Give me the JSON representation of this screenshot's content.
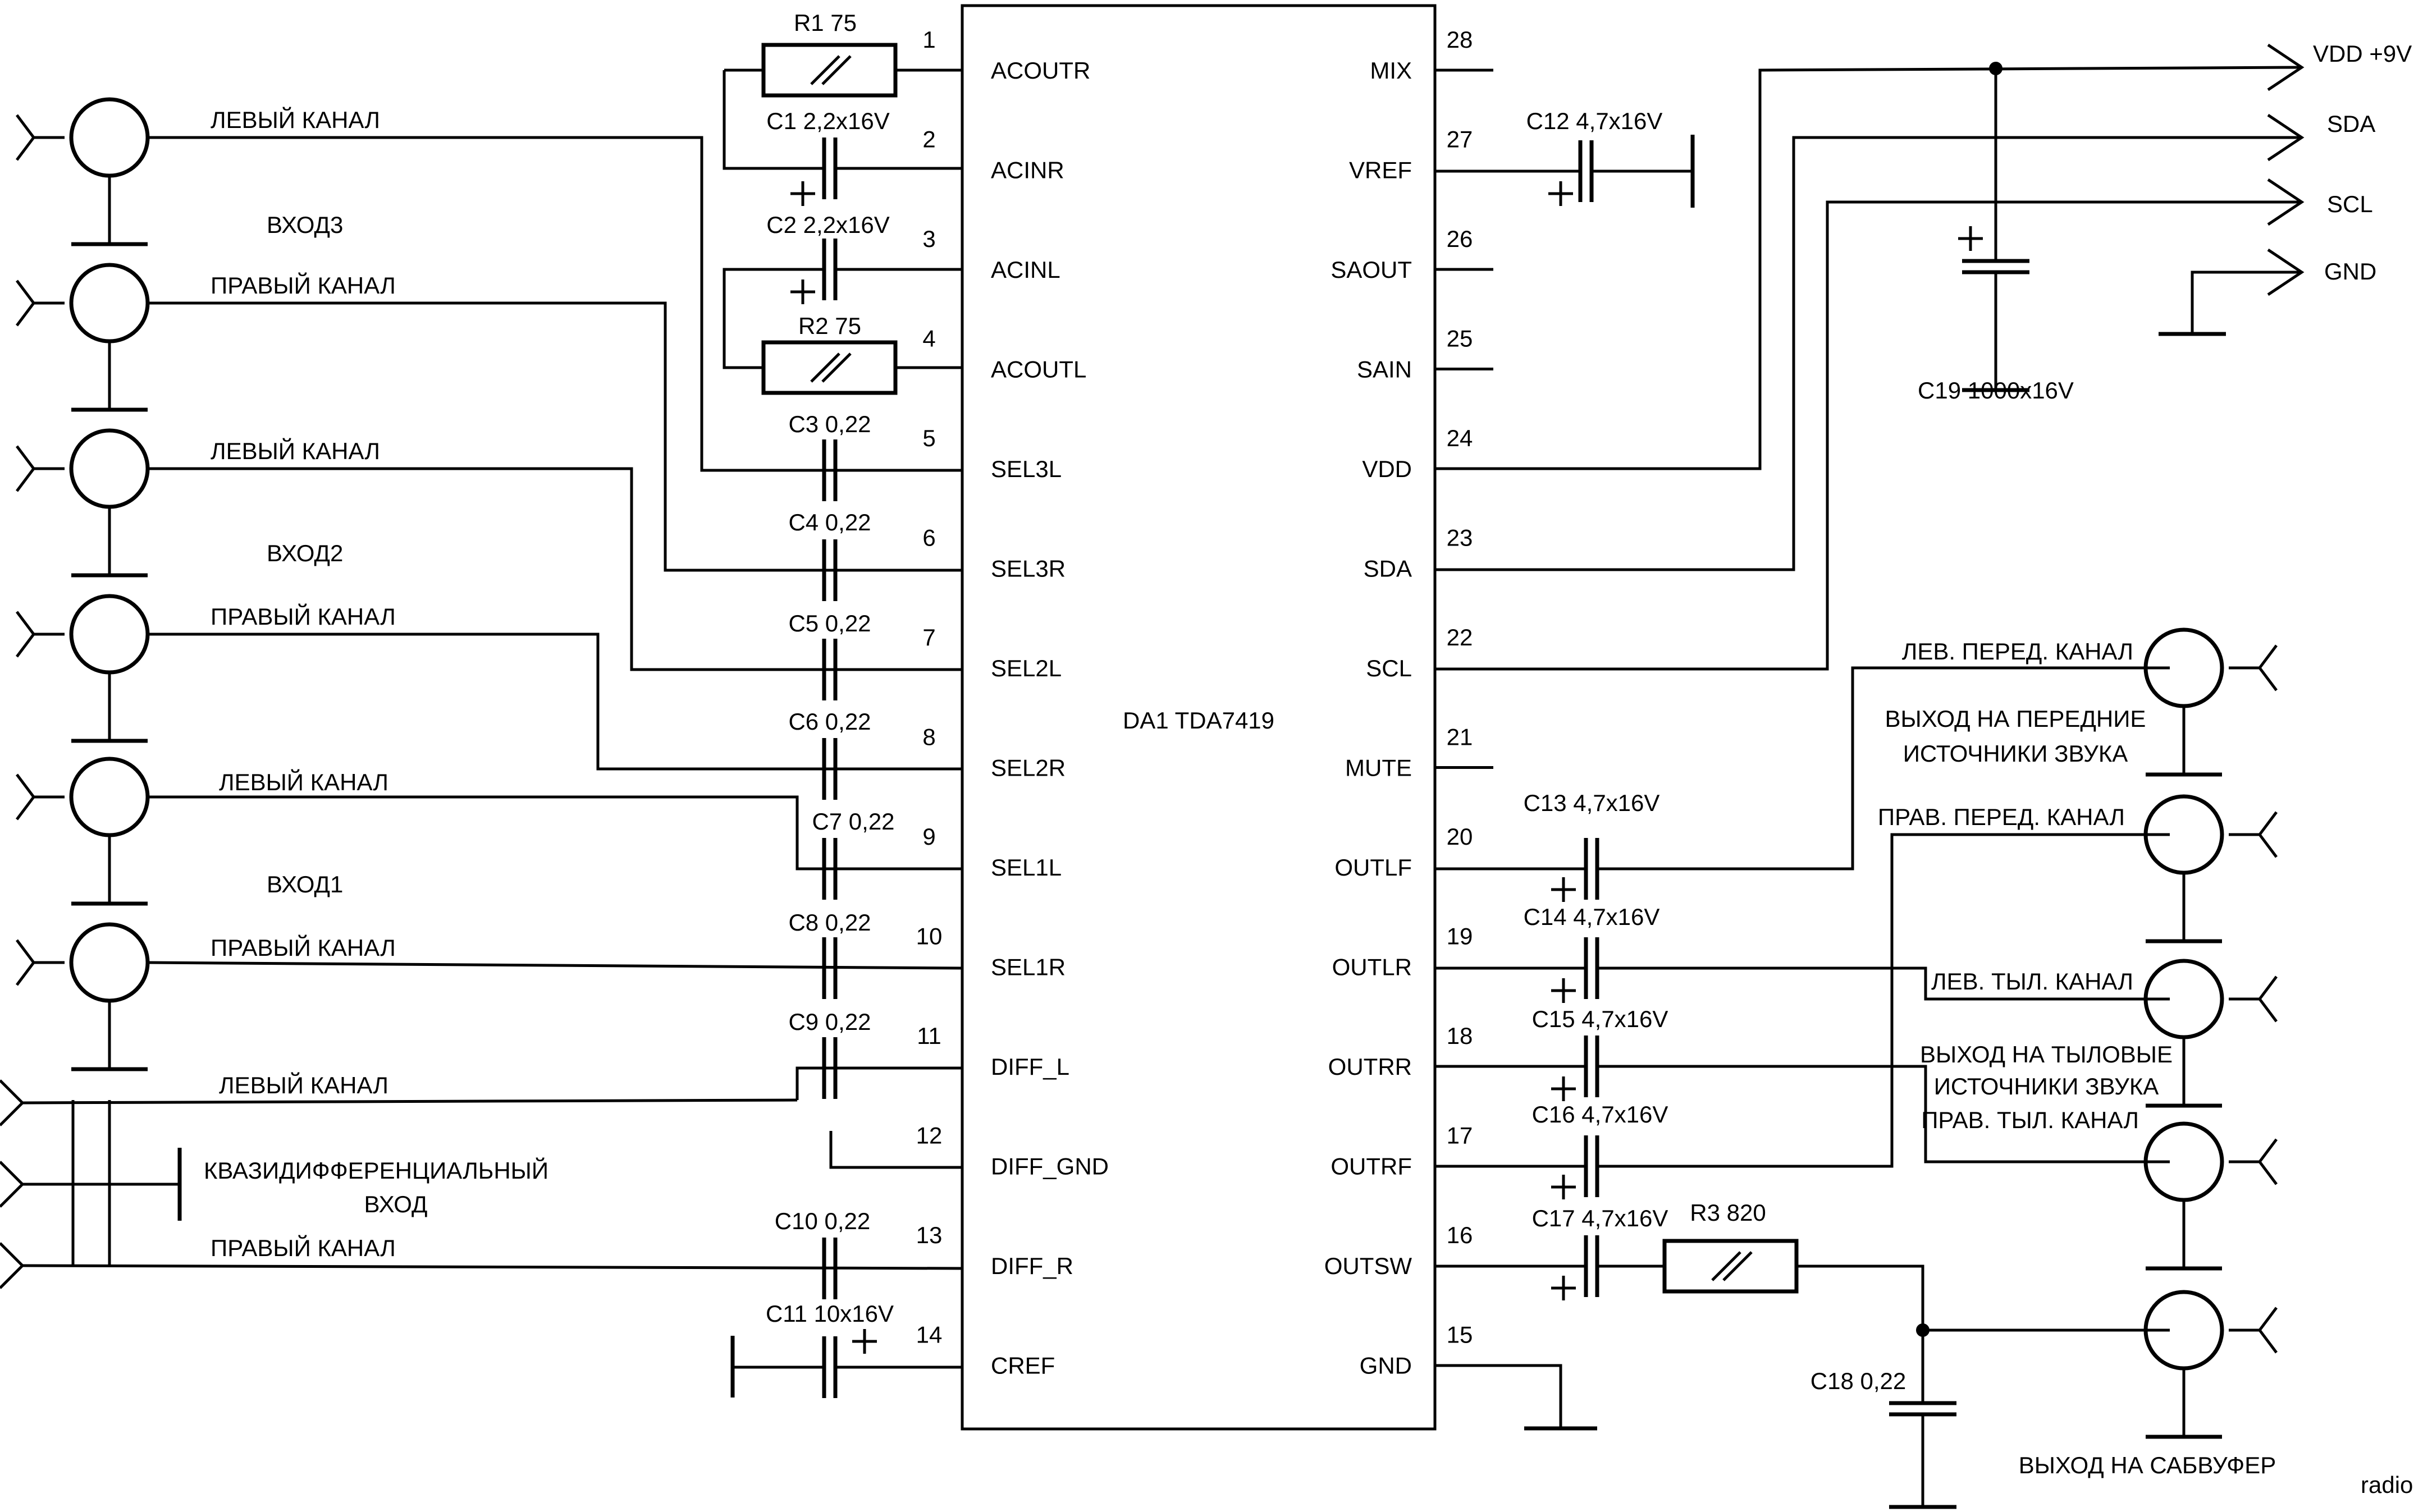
{
  "chip": {
    "name": "DA1 TDA7419",
    "left_pins": [
      {
        "num": "1",
        "name": "ACOUTR"
      },
      {
        "num": "2",
        "name": "ACINR"
      },
      {
        "num": "3",
        "name": "ACINL"
      },
      {
        "num": "4",
        "name": "ACOUTL"
      },
      {
        "num": "5",
        "name": "SEL3L"
      },
      {
        "num": "6",
        "name": "SEL3R"
      },
      {
        "num": "7",
        "name": "SEL2L"
      },
      {
        "num": "8",
        "name": "SEL2R"
      },
      {
        "num": "9",
        "name": "SEL1L"
      },
      {
        "num": "10",
        "name": "SEL1R"
      },
      {
        "num": "11",
        "name": "DIFF_L"
      },
      {
        "num": "12",
        "name": "DIFF_GND"
      },
      {
        "num": "13",
        "name": "DIFF_R"
      },
      {
        "num": "14",
        "name": "CREF"
      }
    ],
    "right_pins": [
      {
        "num": "28",
        "name": "MIX"
      },
      {
        "num": "27",
        "name": "VREF"
      },
      {
        "num": "26",
        "name": "SAOUT"
      },
      {
        "num": "25",
        "name": "SAIN"
      },
      {
        "num": "24",
        "name": "VDD"
      },
      {
        "num": "23",
        "name": "SDA"
      },
      {
        "num": "22",
        "name": "SCL"
      },
      {
        "num": "21",
        "name": "MUTE"
      },
      {
        "num": "20",
        "name": "OUTLF"
      },
      {
        "num": "19",
        "name": "OUTLR"
      },
      {
        "num": "18",
        "name": "OUTRR"
      },
      {
        "num": "17",
        "name": "OUTRF"
      },
      {
        "num": "16",
        "name": "OUTSW"
      },
      {
        "num": "15",
        "name": "GND"
      }
    ]
  },
  "components": {
    "r1": "R1 75",
    "r2": "R2 75",
    "r3": "R3 820",
    "c1": "C1 2,2x16V",
    "c2": "C2 2,2x16V",
    "c3": "C3 0,22",
    "c4": "C4 0,22",
    "c5": "C5 0,22",
    "c6": "C6 0,22",
    "c7": "C7 0,22",
    "c8": "C8 0,22",
    "c9": "C9 0,22",
    "c10": "C10 0,22",
    "c11": "C11 10x16V",
    "c12": "C12 4,7x16V",
    "c13": "C13 4,7x16V",
    "c14": "C14 4,7x16V",
    "c15": "C15 4,7x16V",
    "c16": "C16 4,7x16V",
    "c17": "C17 4,7x16V",
    "c18": "C18 0,22",
    "c19": "C19 1000x16V"
  },
  "inputs": {
    "left_channel": "ЛЕВЫЙ КАНАЛ",
    "right_channel": "ПРАВЫЙ КАНАЛ",
    "input3": "ВХОД3",
    "input2": "ВХОД2",
    "input1": "ВХОД1",
    "diff_line1": "КВАЗИДИФФЕРЕНЦИАЛЬНЫЙ",
    "diff_line2": "ВХОД"
  },
  "outputs": {
    "front_left": "ЛЕВ. ПЕРЕД. КАНАЛ",
    "front_title_1": "ВЫХОД НА ПЕРЕДНИЕ",
    "front_title_2": "ИСТОЧНИКИ ЗВУКА",
    "front_right": "ПРАВ. ПЕРЕД. КАНАЛ",
    "rear_left": "ЛЕВ. ТЫЛ. КАНАЛ",
    "rear_title_1": "ВЫХОД НА ТЫЛОВЫЕ",
    "rear_title_2": "ИСТОЧНИКИ ЗВУКА",
    "rear_right": "ПРАВ. ТЫЛ. КАНАЛ",
    "subwoofer": "ВЫХОД НА САБВУФЕР"
  },
  "power": {
    "vdd": "VDD +9V",
    "sda": "SDA",
    "scl": "SCL",
    "gnd": "GND"
  },
  "watermark": "radio-net"
}
